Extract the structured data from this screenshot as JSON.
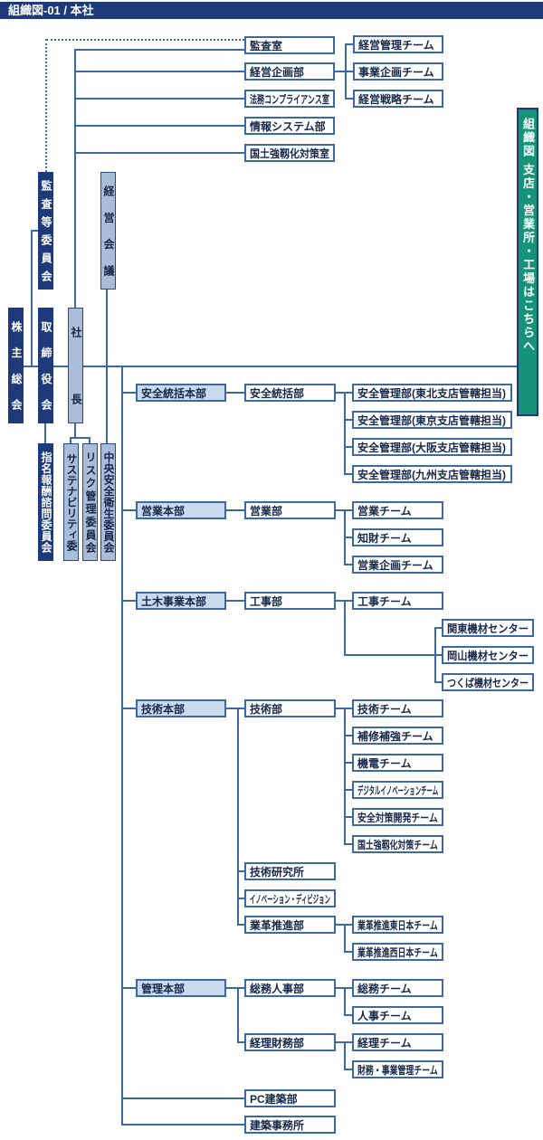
{
  "header": {
    "title": "組織図-01 / 本社"
  },
  "side_link": {
    "label": "組織図 支店・営業所・工場はこちらへ"
  },
  "governance": {
    "shareholders_meeting": "株主総会",
    "audit_committee": "監査等委員会",
    "board_of_directors": "取締役会",
    "president": "社長",
    "management_council": "経営会議",
    "nomination_compensation_advisory_committee": "指名報酬諮問委員会",
    "sustainability_committee": "サステナビリティ委員会",
    "risk_management_committee": "リスク管理委員会",
    "central_safety_health_committee": "中央安全衛生委員会"
  },
  "staff_offices": [
    "監査室",
    "経営企画部",
    "法務コンプライアンス室",
    "情報システム部",
    "国土強靱化対策室"
  ],
  "planning_teams": [
    "経営管理チーム",
    "事業企画チーム",
    "経営戦略チーム"
  ],
  "divisions": {
    "safety": {
      "hq": "安全統括本部",
      "dept": "安全統括部",
      "branch_depts": [
        "安全管理部(東北支店管轄担当)",
        "安全管理部(東京支店管轄担当)",
        "安全管理部(大阪支店管轄担当)",
        "安全管理部(九州支店管轄担当)"
      ]
    },
    "sales": {
      "hq": "営業本部",
      "dept": "営業部",
      "teams": [
        "営業チーム",
        "知財チーム",
        "営業企画チーム"
      ]
    },
    "civil": {
      "hq": "土木事業本部",
      "dept": "工事部",
      "team": "工事チーム",
      "equipment_centers": [
        "関東機材センター",
        "岡山機材センター",
        "つくば機材センター"
      ]
    },
    "tech": {
      "hq": "技術本部",
      "dept": "技術部",
      "teams": [
        "技術チーム",
        "補修補強チーム",
        "機電チーム",
        "デジタルイノベーションチーム",
        "安全対策開発チーム",
        "国土強靱化対策チーム"
      ],
      "research_institute": "技術研究所",
      "innovation_division": "イノベーション・ディビジョン",
      "reform_dept": "業革推進部",
      "reform_teams": [
        "業革推進東日本チーム",
        "業革推進西日本チーム"
      ]
    },
    "admin": {
      "hq": "管理本部",
      "hr_dept": "総務人事部",
      "hr_teams": [
        "総務チーム",
        "人事チーム"
      ],
      "finance_dept": "経理財務部",
      "finance_teams": [
        "経理チーム",
        "財務・事業管理チーム"
      ]
    },
    "direct_depts": [
      "PC建築部",
      "建築事務所"
    ]
  },
  "colors": {
    "navy": "#1e3a7a",
    "line_blue": "#3c69a4",
    "light_blue_fill": "#a9bdd8",
    "pale_blue_fill": "#c9daec",
    "green_link": "#149379"
  }
}
